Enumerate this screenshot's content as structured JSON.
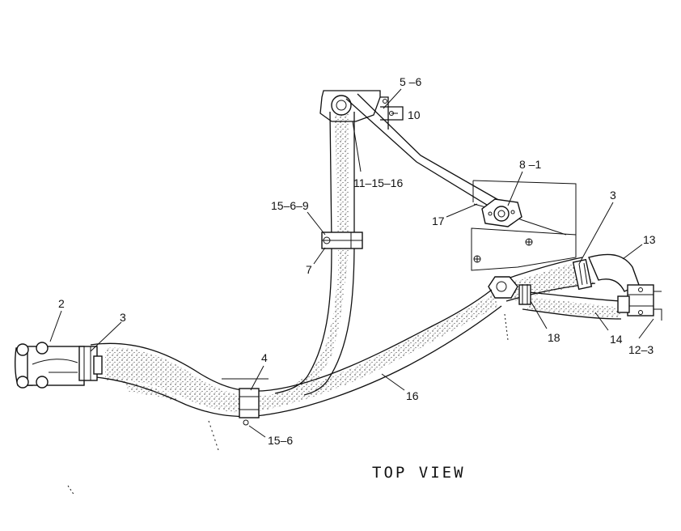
{
  "diagram": {
    "view_caption": "TOP VIEW",
    "callouts": [
      {
        "id": "c-5-6-top",
        "text": "5 –6"
      },
      {
        "id": "c-10",
        "text": "10"
      },
      {
        "id": "c-8-1",
        "text": "8 –1"
      },
      {
        "id": "c-11-15-16",
        "text": "11–15–16"
      },
      {
        "id": "c-17",
        "text": "17"
      },
      {
        "id": "c-15-6-9",
        "text": "15–6–9"
      },
      {
        "id": "c-7",
        "text": "7"
      },
      {
        "id": "c-3-right",
        "text": "3"
      },
      {
        "id": "c-13",
        "text": "13"
      },
      {
        "id": "c-2",
        "text": "2"
      },
      {
        "id": "c-3-left",
        "text": "3"
      },
      {
        "id": "c-4",
        "text": "4"
      },
      {
        "id": "c-18",
        "text": "18"
      },
      {
        "id": "c-14",
        "text": "14"
      },
      {
        "id": "c-12-3",
        "text": "12–3"
      },
      {
        "id": "c-16",
        "text": "16"
      },
      {
        "id": "c-15-6-bottom",
        "text": "15–6"
      }
    ]
  }
}
